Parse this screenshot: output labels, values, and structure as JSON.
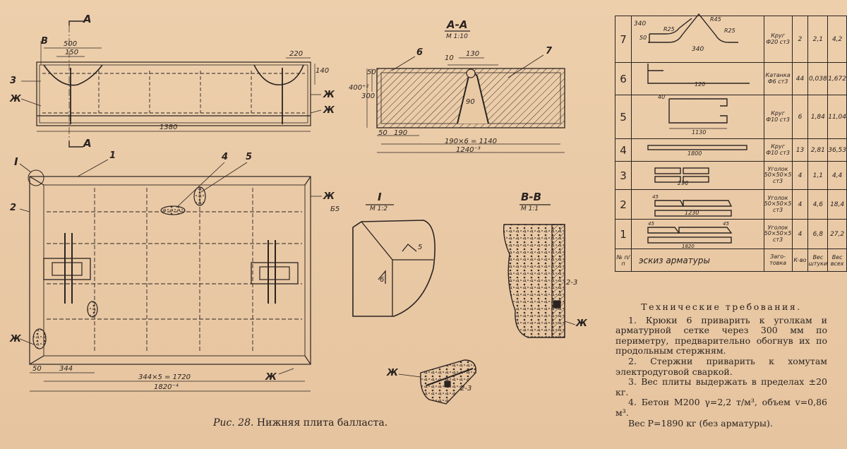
{
  "caption": {
    "fig_label": "Рис. 28.",
    "title": "Нижняя плита балласта."
  },
  "side_view": {
    "section_marker": "А",
    "marker_b": "В",
    "dims": [
      "500",
      "150",
      "220",
      "140",
      "1380"
    ],
    "part_labels": [
      "3",
      "Ж",
      "Ж",
      "Ж"
    ]
  },
  "plan_view": {
    "detail_marker": "I",
    "part_labels": [
      "1",
      "2",
      "4",
      "5",
      "Ж",
      "Ж",
      "Ж",
      "Б"
    ],
    "dims": [
      "50",
      "344",
      "344×5 = 1720",
      "1820⁻⁴"
    ]
  },
  "section_aa": {
    "title": "А-А",
    "scale": "М 1:10",
    "part_labels": [
      "6",
      "7"
    ],
    "dims": [
      "10",
      "130",
      "50",
      "300",
      "400⁺²",
      "90",
      "50",
      "190",
      "190×6 = 1140",
      "1240⁻³"
    ]
  },
  "detail_i": {
    "title": "I",
    "scale": "М 1:2",
    "label_b5": "Б5",
    "weld_a": "5",
    "weld_b": "6"
  },
  "section_bb": {
    "title": "В-В",
    "scale": "М 1:1",
    "weld": "2-3",
    "label": "Ж"
  },
  "detail_zh": {
    "label": "Ж",
    "weld": "2-3"
  },
  "spec_table": {
    "rows": [
      {
        "no": "7",
        "material": "Круг Ф20 ст3",
        "qty": "2",
        "unit_wt": "2,1",
        "total_wt": "4,2",
        "dims": [
          "340",
          "R45",
          "R25",
          "R25",
          "50",
          "340"
        ]
      },
      {
        "no": "6",
        "material": "Катанка Ф6 ст3",
        "qty": "44",
        "unit_wt": "0,038",
        "total_wt": "1,672",
        "dims": [
          "120"
        ]
      },
      {
        "no": "5",
        "material": "Круг Ф10 ст3",
        "qty": "6",
        "unit_wt": "1,84",
        "total_wt": "11,04",
        "dims": [
          "40",
          "1130"
        ]
      },
      {
        "no": "4",
        "material": "Круг Ф10 ст3",
        "qty": "13",
        "unit_wt": "2,81",
        "total_wt": "36,53",
        "dims": [
          "1800"
        ]
      },
      {
        "no": "3",
        "material": "Уголок 50×50×5 ст3",
        "qty": "4",
        "unit_wt": "1,1",
        "total_wt": "4,4",
        "dims": [
          "296"
        ]
      },
      {
        "no": "2",
        "material": "Уголок 50×50×5 ст3",
        "qty": "4",
        "unit_wt": "4,6",
        "total_wt": "18,4",
        "dims": [
          "45",
          "1230"
        ]
      },
      {
        "no": "1",
        "material": "Уголок 50×50×5 ст3",
        "qty": "4",
        "unit_wt": "6,8",
        "total_wt": "27,2",
        "dims": [
          "45",
          "45",
          "1820"
        ]
      }
    ],
    "header": {
      "no": "№ п/п",
      "sketch": "эскиз арматуры",
      "material": "Заго- товка",
      "qty": "К-во",
      "unit_wt": "Вес штуки",
      "total_wt": "Вес всех"
    }
  },
  "tech_requirements": {
    "title": "Технические требования.",
    "items": [
      "1. Крюки 6 приварить к уголкам и арматурной сетке через 300 мм по периметру, предварительно обогнув их по продольным стержням.",
      "2. Стержни приварить к хомутам электродуговой сваркой.",
      "3. Вес плиты выдержать в пределах ±20 кг.",
      "4. Бетон М200 γ=2,2 т/м³, объем v=0,86 м³.",
      "Вес Р=1890 кг (без арматуры)."
    ]
  }
}
